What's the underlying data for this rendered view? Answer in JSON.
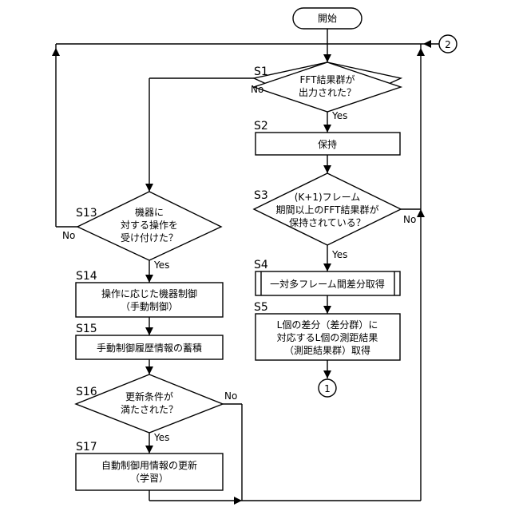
{
  "start": "開始",
  "connector_top": "2",
  "connector_bottom": "1",
  "yes": "Yes",
  "no": "No",
  "steps": {
    "s1": {
      "id": "S1",
      "lines": [
        "FFT結果群が",
        "出力された？"
      ]
    },
    "s2": {
      "id": "S2",
      "lines": [
        "保持"
      ]
    },
    "s3": {
      "id": "S3",
      "lines": [
        "(K+1)フレーム",
        "期間以上のFFT結果群が",
        "保持されている？"
      ]
    },
    "s4": {
      "id": "S4",
      "lines": [
        "一対多フレーム間差分取得"
      ]
    },
    "s5": {
      "id": "S5",
      "lines": [
        "L個の差分（差分群）に",
        "対応するL個の測距結果",
        "（測距結果群）取得"
      ]
    },
    "s13": {
      "id": "S13",
      "lines": [
        "機器に",
        "対する操作を",
        "受け付けた？"
      ]
    },
    "s14": {
      "id": "S14",
      "lines": [
        "操作に応じた機器制御",
        "（手動制御）"
      ]
    },
    "s15": {
      "id": "S15",
      "lines": [
        "手動制御履歴情報の蓄積"
      ]
    },
    "s16": {
      "id": "S16",
      "lines": [
        "更新条件が",
        "満たされた？"
      ]
    },
    "s17": {
      "id": "S17",
      "lines": [
        "自動制御用情報の更新",
        "（学習）"
      ]
    }
  }
}
